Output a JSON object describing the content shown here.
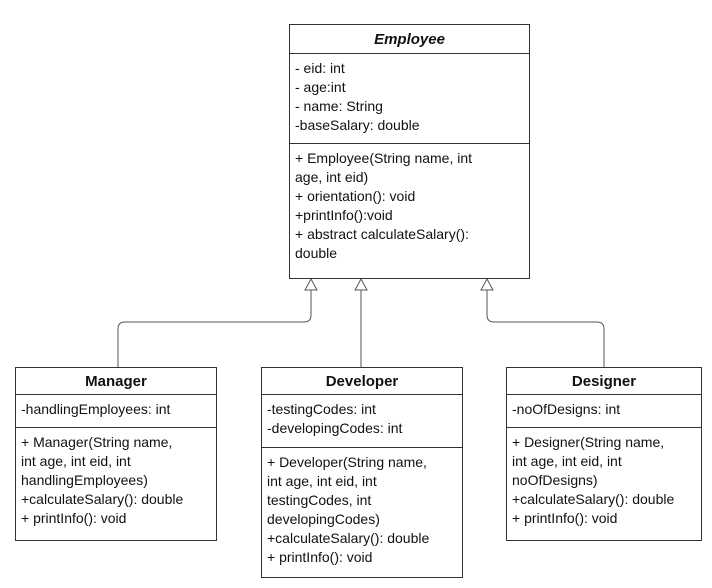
{
  "classes": {
    "employee": {
      "name": "Employee",
      "attributes": [
        "- eid: int",
        "- age:int",
        "- name: String",
        "-baseSalary: double"
      ],
      "methods": [
        "+ Employee(String name, int",
        "age, int eid)",
        "+ orientation(): void",
        "+printInfo():void",
        "+ abstract calculateSalary():",
        "double"
      ]
    },
    "manager": {
      "name": "Manager",
      "attributes": [
        "-handlingEmployees: int"
      ],
      "methods": [
        "+ Manager(String name,",
        "int age, int eid, int",
        "handlingEmployees)",
        "+calculateSalary(): double",
        "+ printInfo(): void"
      ]
    },
    "developer": {
      "name": "Developer",
      "attributes": [
        "-testingCodes: int",
        "-developingCodes: int"
      ],
      "methods": [
        "+ Developer(String name,",
        "int age, int eid, int",
        "testingCodes, int",
        "developingCodes)",
        "+calculateSalary(): double",
        "+ printInfo(): void"
      ]
    },
    "designer": {
      "name": "Designer",
      "attributes": [
        "-noOfDesigns: int"
      ],
      "methods": [
        "+ Designer(String name,",
        "int age, int eid, int",
        "noOfDesigns)",
        "+calculateSalary(): double",
        "+ printInfo(): void"
      ]
    }
  },
  "relationships": [
    {
      "type": "inheritance",
      "from": "Manager",
      "to": "Employee"
    },
    {
      "type": "inheritance",
      "from": "Developer",
      "to": "Employee"
    },
    {
      "type": "inheritance",
      "from": "Designer",
      "to": "Employee"
    }
  ]
}
